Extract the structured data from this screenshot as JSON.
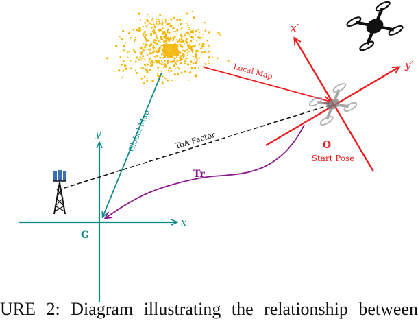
{
  "diagram": {
    "labels": {
      "map": "Map",
      "local_map": "Local Map",
      "global_map": "Global Map",
      "toa_factor": "ToA Factor",
      "trajectory": "Tr",
      "origin_o": "O",
      "start_pose": "Start Pose",
      "origin_g": "G",
      "axis_x": "x",
      "axis_y": "y",
      "axis_x_prime": "x′",
      "axis_y_prime": "y′"
    },
    "icons": [
      "drone-icon",
      "cell-tower-icon"
    ],
    "colors": {
      "global_frame": "#0f8a8a",
      "local_frame": "#ee1c1c",
      "trajectory": "#8a1a8a",
      "map_points": "#f5b400",
      "toa_line": "#111111"
    }
  },
  "caption": "URE 2: Diagram illustrating the relationship between"
}
